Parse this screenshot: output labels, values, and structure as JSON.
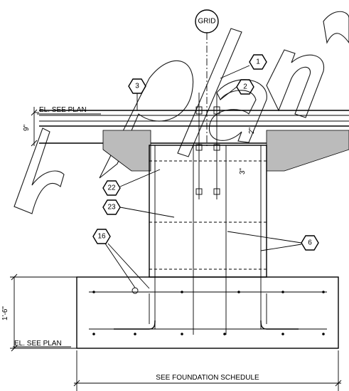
{
  "grid_label": "GRID",
  "elevation_top_label": "EL. SEE PLAN",
  "elevation_bottom_label": "EL. SEE PLAN",
  "footing_depth_label": "1'-6\"",
  "slab_thickness_label": "9\"",
  "dim_2_label": "2\"",
  "dim_3_label": "3\"",
  "foundation_label": "SEE FOUNDATION SCHEDULE",
  "callouts": {
    "c1": "1",
    "c2": "2",
    "c3": "3",
    "c6": "6",
    "c16": "16",
    "c22": "22",
    "c23": "23"
  }
}
